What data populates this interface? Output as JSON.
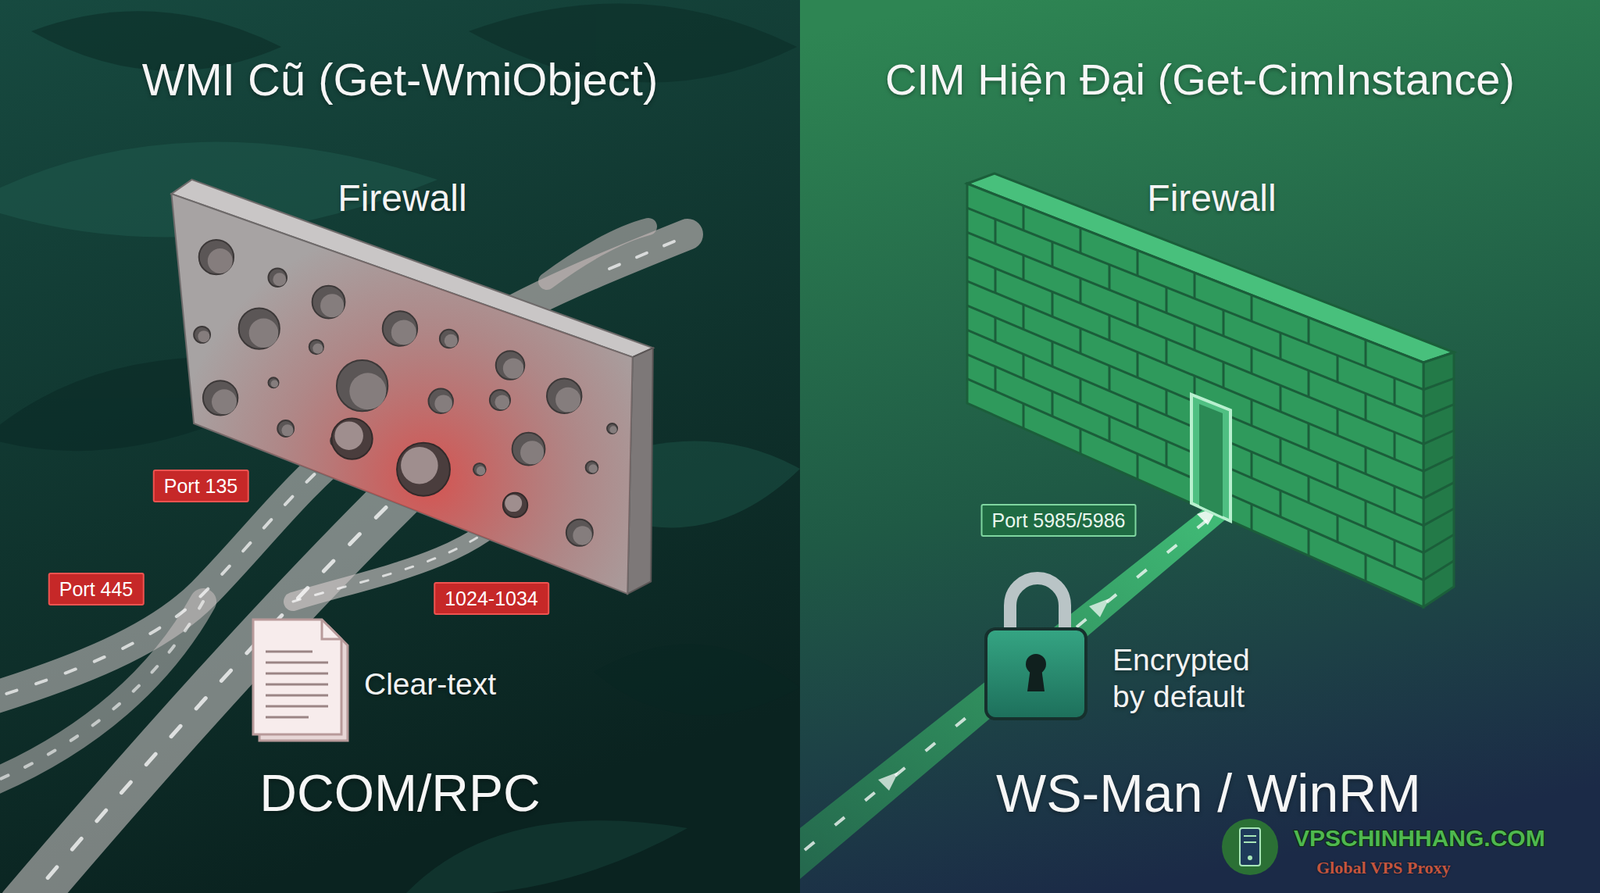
{
  "diagram": {
    "nodes": [
      {
        "text": [
          "Firewall"
        ]
      },
      {
        "text": [
          "Port 135"
        ]
      },
      {
        "text": [
          "Port 445"
        ]
      },
      {
        "text": [
          "1024-1034"
        ]
      },
      {
        "text": [
          "Firewall"
        ]
      },
      {
        "text": [
          "Port 5985/5986"
        ]
      }
    ],
    "labels": [
      "WMI Cũ (Get-WmiObject)",
      "CIM Hiện Đại (Get-CimInstance)",
      "Clear-text",
      "DCOM/RPC",
      "Encrypted by default",
      "WS-Man / WinRM",
      "VPSCHINHHANG.COM",
      "Global VPS Proxy"
    ]
  }
}
